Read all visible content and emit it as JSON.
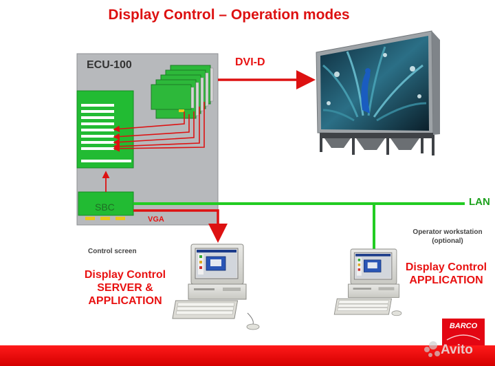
{
  "slide": {
    "title": "Display Control – Operation modes"
  },
  "ecu": {
    "label": "ECU-100",
    "sbc_label": "SBC"
  },
  "connections": {
    "dvi_label": "DVI-D",
    "vga_label": "VGA",
    "lan_label": "LAN"
  },
  "server": {
    "caption": "Control screen",
    "role_line1": "Display Control",
    "role_line2": "SERVER &",
    "role_line3": "APPLICATION"
  },
  "operator": {
    "caption_line1": "Operator workstation",
    "caption_line2": "(optional)",
    "role_line1": "Display Control",
    "role_line2": "APPLICATION"
  },
  "brand": {
    "logo": "BARCO",
    "watermark": "Avito"
  },
  "colors": {
    "accent_red": "#e81111",
    "lan_green": "#22cc22",
    "ecu_gray": "#b7b9bc",
    "board_green": "#22bb33",
    "footer_red": "#e30613"
  }
}
